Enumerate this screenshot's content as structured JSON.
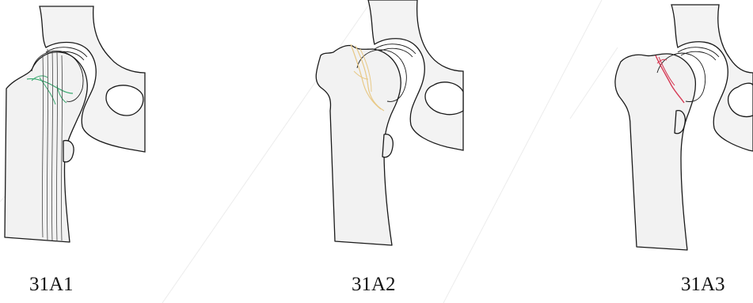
{
  "figure": {
    "panels": [
      {
        "label": "31A1",
        "fracture_color": "#39a86f"
      },
      {
        "label": "31A2",
        "fracture_color": "#e8c987"
      },
      {
        "label": "31A3",
        "fracture_color": "#d63a55"
      }
    ]
  }
}
